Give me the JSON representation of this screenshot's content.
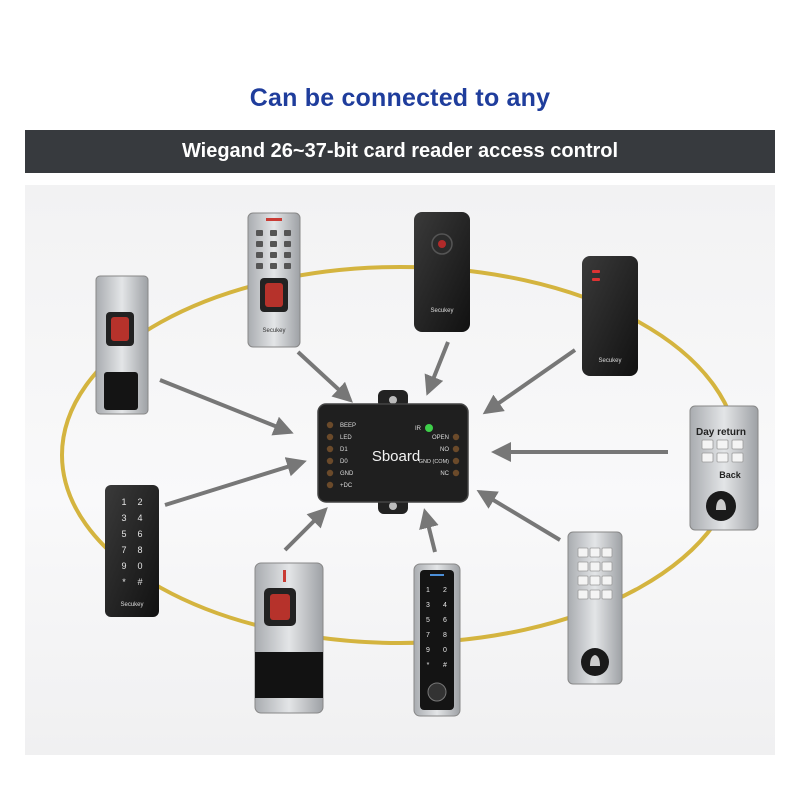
{
  "header": {
    "headline": "Can be connected to any",
    "banner": "Wiegand 26~37-bit card reader access control"
  },
  "controller": {
    "name": "Sboard",
    "indicator": "IR",
    "left_terminals": [
      "BEEP",
      "LED",
      "D1",
      "D0",
      "GND",
      "+DC"
    ],
    "right_terminals": [
      "OPEN",
      "NO",
      "GND\n(COM)",
      "NC"
    ]
  },
  "devices": {
    "brand": "Secukey",
    "dayreturn_title": "Day return",
    "dayreturn_back": "Back",
    "keypad_keys": [
      "1",
      "2",
      "3",
      "4",
      "5",
      "6",
      "7",
      "8",
      "9",
      "*",
      "0",
      "#"
    ]
  },
  "colors": {
    "headline": "#1f3d9c",
    "banner_bg": "#373a3e",
    "ring": "#d4b43f",
    "arrow": "#777777",
    "controller_body": "#1f1f1f",
    "led_green": "#3ecf4a"
  }
}
